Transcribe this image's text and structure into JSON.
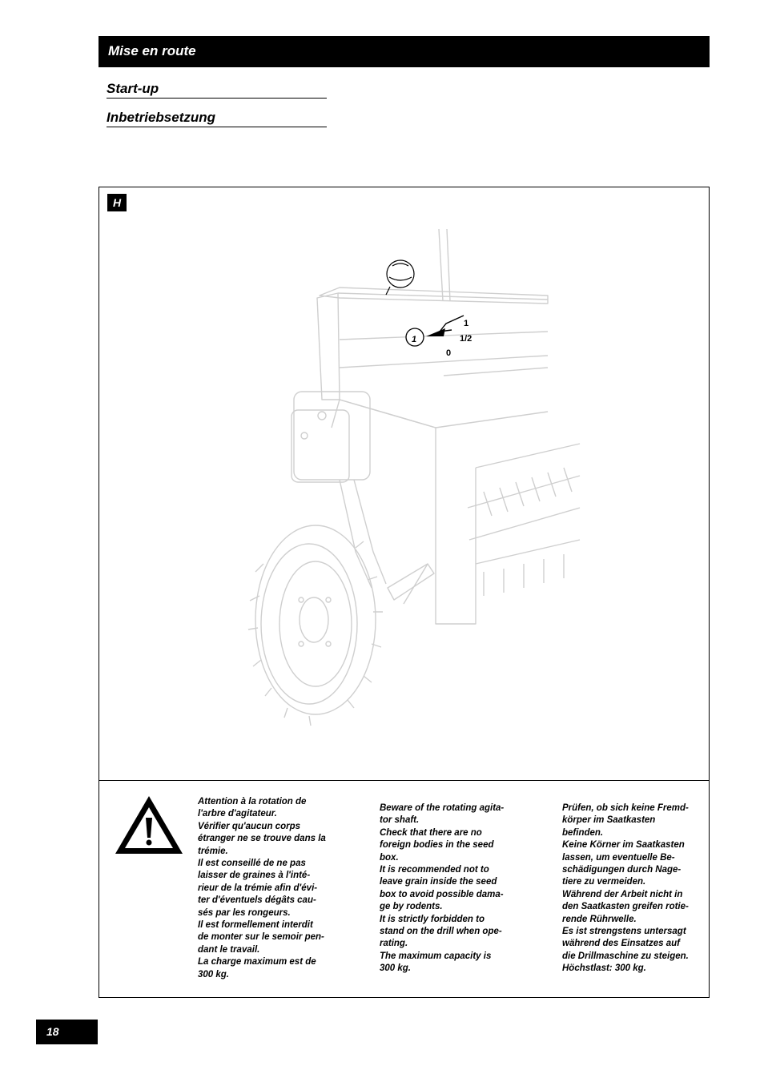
{
  "header": {
    "title": "Mise en route"
  },
  "subheadings": [
    "Start-up",
    "Inbetriebsetzung"
  ],
  "figure": {
    "label": "H",
    "callout_number": "1",
    "position_labels": [
      "1",
      "1/2",
      "0"
    ]
  },
  "warning": {
    "icon": "warning-triangle-icon",
    "french": [
      "Attention à la rotation de",
      "l'arbre d'agitateur.",
      "Vérifier qu'aucun corps",
      "étranger ne se trouve dans la",
      "trémie.",
      "Il est conseillé de ne pas",
      "laisser de graines à l'inté-",
      "rieur de la trémie afin d'évi-",
      "ter d'éventuels dégâts cau-",
      "sés par les rongeurs.",
      "Il est formellement interdit",
      "de monter sur le semoir pen-",
      "dant le travail.",
      "La charge maximum est de",
      "300 kg."
    ],
    "english": [
      "Beware of the rotating agita-",
      "tor shaft.",
      "Check that there are no",
      "foreign bodies in the seed",
      "box.",
      "It is recommended not to",
      "leave grain inside the seed",
      "box to avoid possible dama-",
      "ge by rodents.",
      "It is strictly forbidden to",
      "stand on the drill when ope-",
      "rating.",
      "The maximum capacity is",
      "300 kg."
    ],
    "german": [
      "Prüfen, ob sich keine Fremd-",
      "körper im Saatkasten",
      "befinden.",
      "Keine Körner im Saatkasten",
      "lassen, um eventuelle Be-",
      "schädigungen durch Nage-",
      "tiere zu vermeiden.",
      "Während der Arbeit nicht in",
      "den Saatkasten greifen rotie-",
      "rende Rührwelle.",
      "Es ist strengstens untersagt",
      "während des Einsatzes auf",
      "die Drillmaschine zu steigen.",
      "Höchstlast: 300 kg."
    ]
  },
  "page_number": "18"
}
